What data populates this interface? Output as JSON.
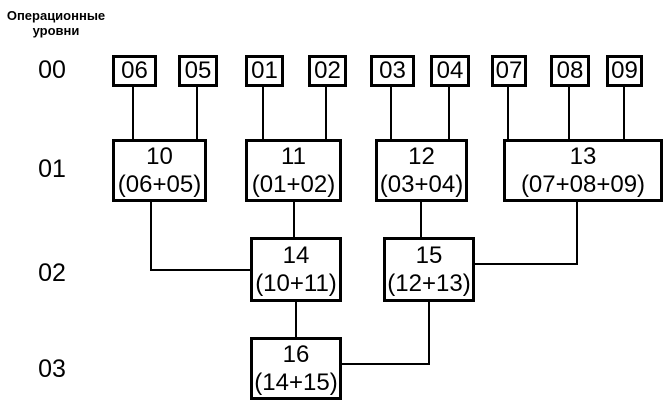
{
  "diagram": {
    "title": "Операционные уровни",
    "level_labels": [
      "00",
      "01",
      "02",
      "03"
    ],
    "leaf_nodes": [
      "06",
      "05",
      "01",
      "02",
      "03",
      "04",
      "07",
      "08",
      "09"
    ],
    "agg_nodes": [
      {
        "id": "10",
        "formula": "(06+05)"
      },
      {
        "id": "11",
        "formula": "(01+02)"
      },
      {
        "id": "12",
        "formula": "(03+04)"
      },
      {
        "id": "13",
        "formula": "(07+08+09)"
      },
      {
        "id": "14",
        "formula": "(10+11)"
      },
      {
        "id": "15",
        "formula": "(12+13)"
      },
      {
        "id": "16",
        "formula": "(14+15)"
      }
    ],
    "colors": {
      "ink": "#000000",
      "background": "#ffffff"
    }
  }
}
